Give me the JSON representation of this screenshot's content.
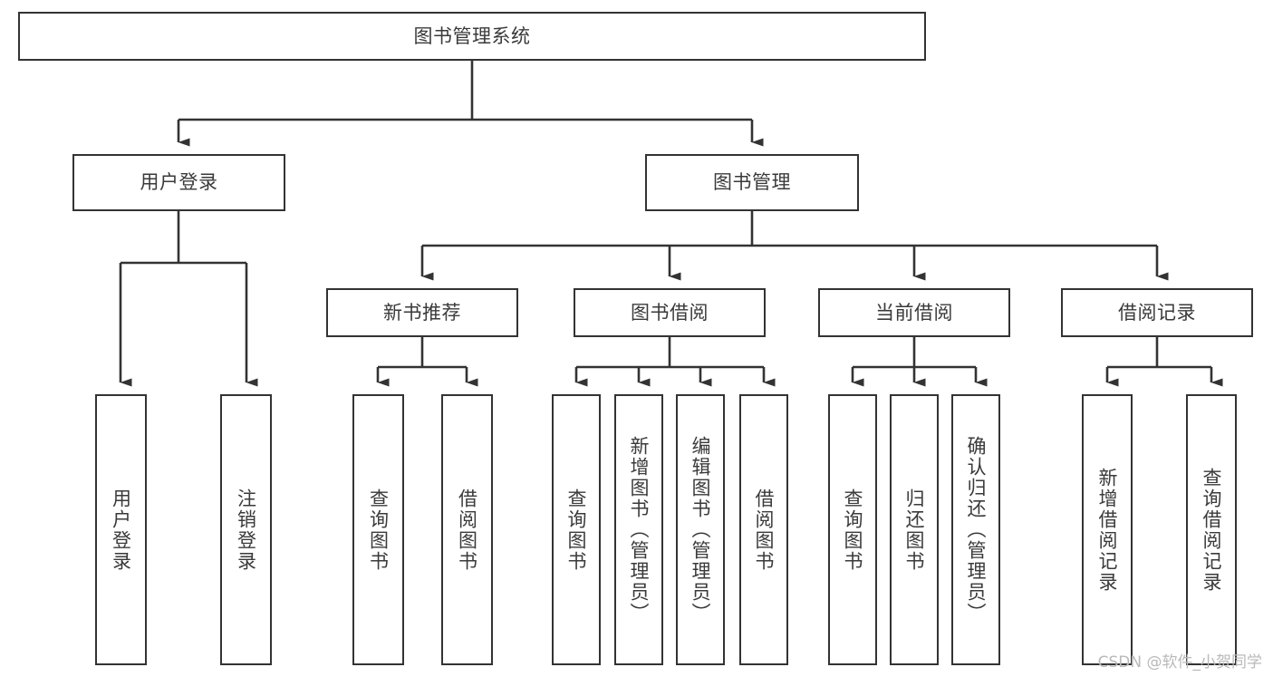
{
  "diagram": {
    "title": "图书管理系统",
    "type": "tree-hierarchy-chart",
    "stroke_color": "#333333",
    "text_color": "#3a3a3a",
    "background_color": "#ffffff"
  },
  "nodes": {
    "root": {
      "label": "图书管理系统"
    },
    "level2": [
      {
        "label": "用户登录"
      },
      {
        "label": "图书管理"
      }
    ],
    "level3": [
      {
        "label": "新书推荐"
      },
      {
        "label": "图书借阅"
      },
      {
        "label": "当前借阅"
      },
      {
        "label": "借阅记录"
      }
    ],
    "leaves_user_login": [
      {
        "label": "用户登录"
      },
      {
        "label": "注销登录"
      }
    ],
    "leaves_new_book": [
      {
        "label": "查询图书"
      },
      {
        "label": "借阅图书"
      }
    ],
    "leaves_borrow": [
      {
        "label": "查询图书"
      },
      {
        "label": "新增图书（管理员）"
      },
      {
        "label": "编辑图书（管理员）"
      },
      {
        "label": "借阅图书"
      }
    ],
    "leaves_current": [
      {
        "label": "查询图书"
      },
      {
        "label": "归还图书"
      },
      {
        "label": "确认归还（管理员）"
      }
    ],
    "leaves_record": [
      {
        "label": "新增借阅记录"
      },
      {
        "label": "查询借阅记录"
      }
    ]
  },
  "watermark": {
    "text": "CSDN @软件_小贺同学"
  }
}
